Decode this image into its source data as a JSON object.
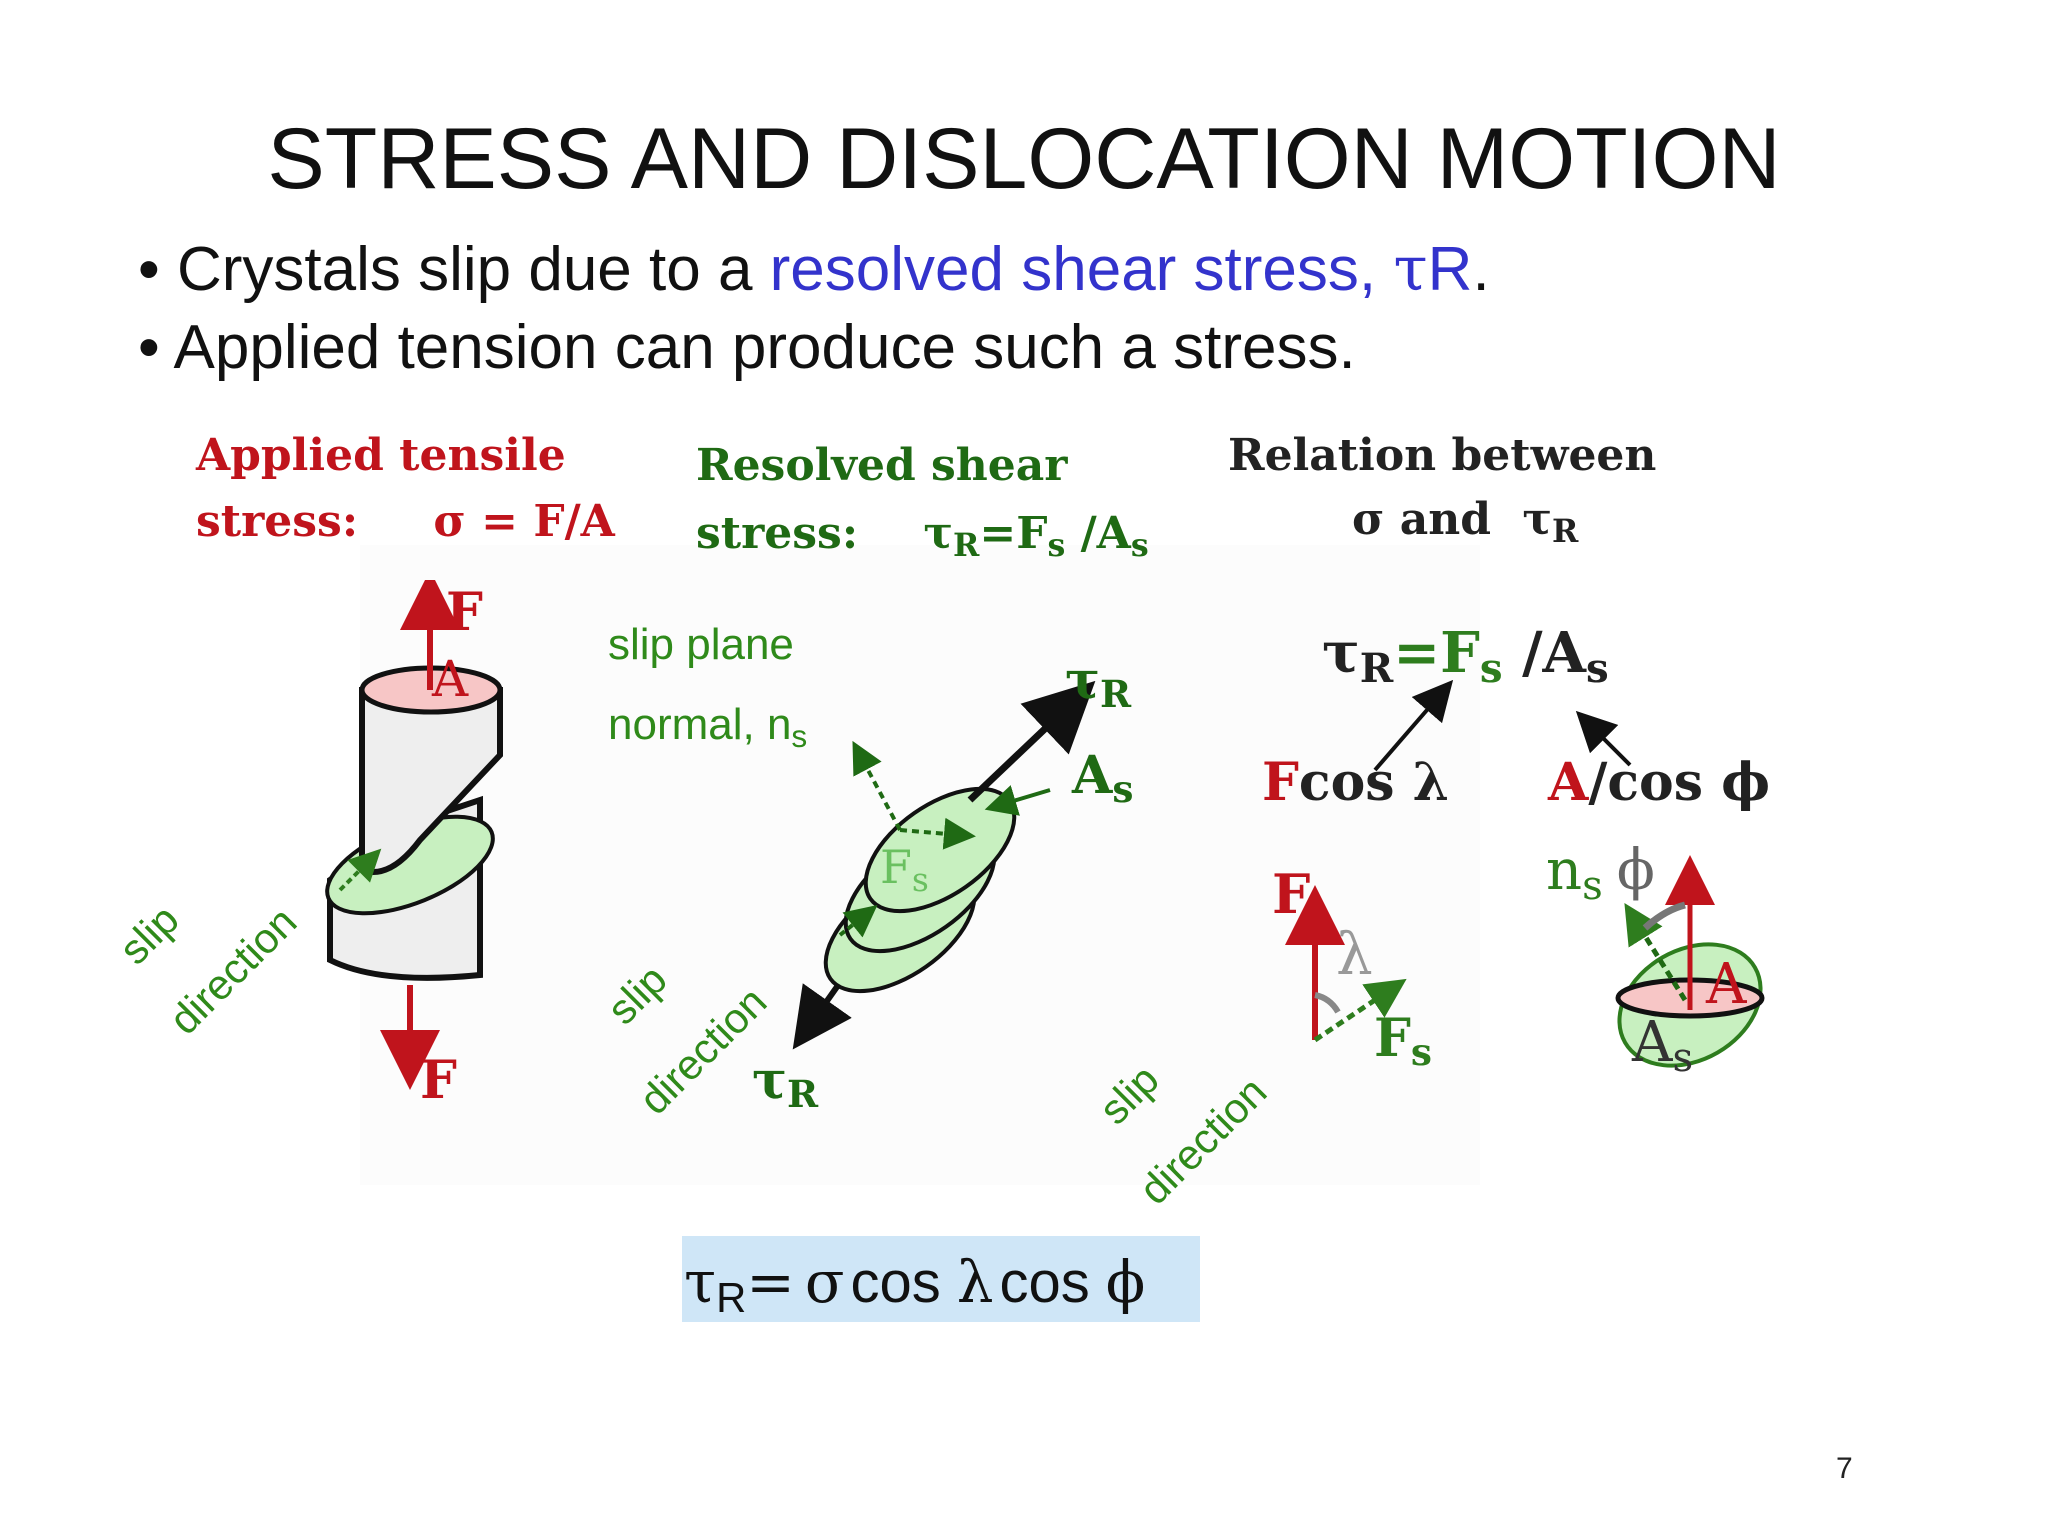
{
  "slide": {
    "title": "STRESS AND DISLOCATION MOTION",
    "bullets": [
      {
        "marker": "•",
        "text_before": "Crystals slip due to a ",
        "highlight": "resolved shear stress, ",
        "symbol": "τ",
        "symbol_sub": "R",
        "text_after": "."
      },
      {
        "marker": "•",
        "text": "Applied tension can produce such a stress."
      }
    ],
    "page_number": "7"
  },
  "panel_1": {
    "heading_line1": "Applied tensile",
    "heading_line2_label": "stress:",
    "heading_line2_formula": "σ = F/A",
    "force_top": "F",
    "area_label": "A",
    "force_bottom": "F",
    "slip_label_1": "slip",
    "slip_label_2": "direction"
  },
  "panel_2": {
    "heading_line1": "Resolved shear",
    "heading_line2_label": "stress:",
    "heading_tau": "τ",
    "heading_tau_sub": "R",
    "heading_eq": "=F",
    "heading_fs_sub": "s",
    "heading_slash": " /A",
    "heading_as_sub": "s",
    "normal_label_1": "slip plane",
    "normal_label_2": "normal, n",
    "normal_sub": "s",
    "tau_top": "τ",
    "tau_top_sub": "R",
    "as_label": "A",
    "as_sub": "s",
    "fs_label": "F",
    "fs_sub": "s",
    "tau_bottom": "τ",
    "tau_bottom_sub": "R",
    "slip_label_1": "slip",
    "slip_label_2": "direction"
  },
  "panel_3": {
    "heading_line1": "Relation between",
    "heading_sigma": "σ",
    "heading_and": " and ",
    "heading_tau": "τ",
    "heading_tau_sub": "R",
    "eq_tau": "τ",
    "eq_tau_sub": "R",
    "eq_eq": "=F",
    "eq_fs_sub": "s",
    "eq_slash": " /A",
    "eq_as_sub": "s",
    "fcos_f": "F",
    "fcos_rest": "cos  λ",
    "acos_a": "A",
    "acos_rest": "/cos  ϕ",
    "force_label": "F",
    "lambda_label": "λ",
    "fs_label": "F",
    "fs_sub": "s",
    "ns_label": "n",
    "ns_sub": "s",
    "phi_label": "ϕ",
    "a_label": "A",
    "as_label": "A",
    "as_sub": "s",
    "slip_label_1": "slip",
    "slip_label_2": "direction"
  },
  "formula": {
    "tau": "τ",
    "tau_sub": "R",
    "eq": "=",
    "sigma": "σ",
    "cos1": "cos",
    "lambda": "λ",
    "cos2": "cos",
    "phi": "ϕ"
  },
  "colors": {
    "red": "#c0141c",
    "green": "#2e7d1e",
    "light_green": "#c8f0c0",
    "pink": "#f7c6c6",
    "formula_bg": "#cfe6f7",
    "highlight_blue": "#3333cc"
  }
}
